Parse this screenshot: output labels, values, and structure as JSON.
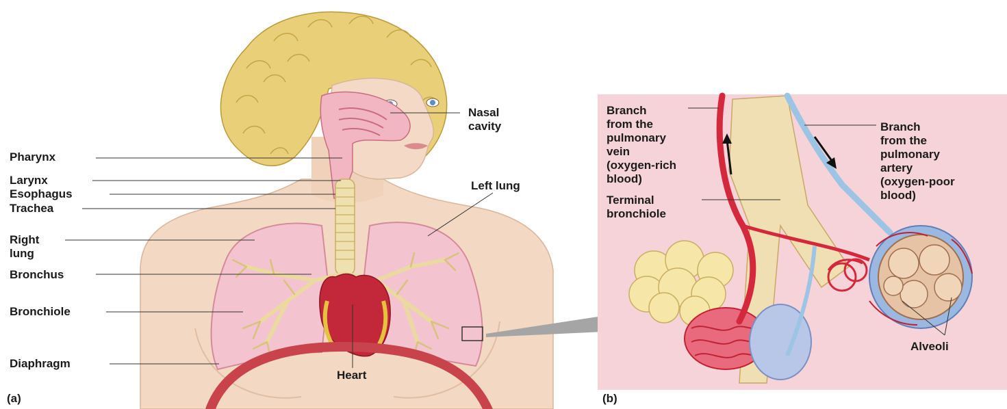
{
  "panel_a": {
    "tag": "(a)",
    "labels": {
      "nasal_cavity": "Nasal\ncavity",
      "pharynx": "Pharynx",
      "larynx": "Larynx",
      "esophagus": "Esophagus",
      "trachea": "Trachea",
      "right_lung": "Right\nlung",
      "bronchus": "Bronchus",
      "bronchiole": "Bronchiole",
      "diaphragm": "Diaphragm",
      "left_lung": "Left lung",
      "heart": "Heart"
    }
  },
  "panel_b": {
    "tag": "(b)",
    "labels": {
      "branch_vein": "Branch\nfrom the\npulmonary\nvein\n(oxygen-rich\nblood)",
      "terminal_bronchiole": "Terminal\nbronchiole",
      "branch_artery": "Branch\nfrom the\npulmonary\nartery\n(oxygen-poor\nblood)",
      "alveoli": "Alveoli"
    }
  },
  "colors": {
    "hair": "#e8cf78",
    "skin": "#f3d8c3",
    "lung": "#f3c4cf",
    "bronchi": "#ecd9a0",
    "heart": "#c2283a",
    "diaphragm": "#c9434d",
    "panel_b_bg": "#f6d3d8",
    "artery_blue": "#9cc4e4",
    "vein_red": "#d4283c",
    "arrow_gray": "#a5a5a5"
  }
}
